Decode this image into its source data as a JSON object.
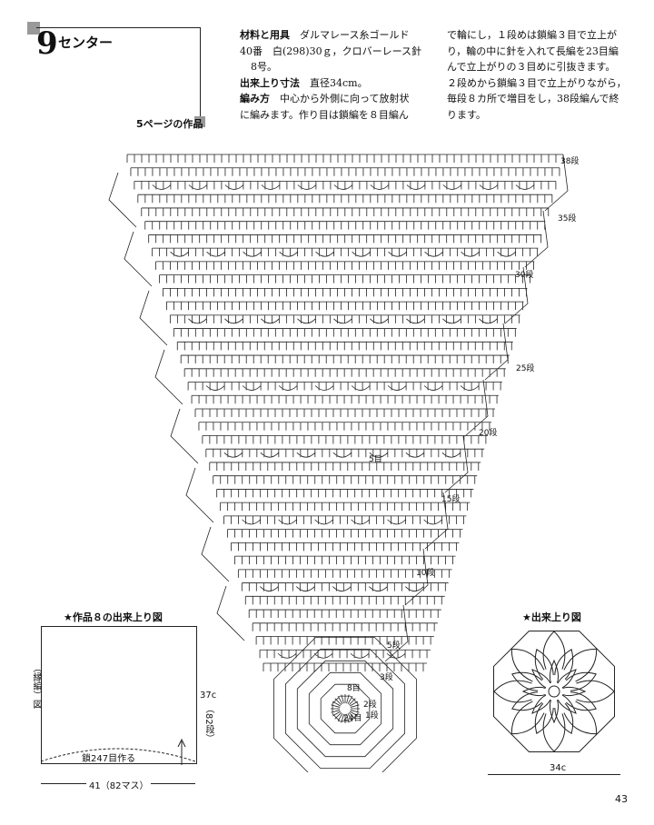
{
  "header": {
    "pattern_number": "9",
    "pattern_name": "センター",
    "page_ref": "5ページの作品"
  },
  "instructions": {
    "materials_label": "材料と用具",
    "materials_text_1": "ダルマレース糸ゴールド",
    "materials_text_2": "40番　白(298)30ｇ，クロバーレース針",
    "materials_text_3": "8号。",
    "size_label": "出来上り寸法",
    "size_text": "直径34cm。",
    "method_label": "編み方",
    "method_text_1": "中心から外側に向って放射状",
    "method_text_2": "に編みます。作り目は鎖編を８目編ん",
    "right_1": "で輪にし，１段めは鎖編３目で立上が",
    "right_2": "り，輪の中に針を入れて長編を23目編",
    "right_3": "んで立上がりの３目めに引抜きます。",
    "right_4": "２段めから鎖編３目で立上がりながら，",
    "right_5": "毎段８カ所で増目をし，38段編んで終",
    "right_6": "ります。"
  },
  "row_labels": {
    "r38": "38段",
    "r35": "35段",
    "r30": "30段",
    "r25": "25段",
    "r20": "20段",
    "r15": "15段",
    "r10": "10段",
    "r5": "5段",
    "r3": "3段",
    "r2": "2段",
    "r1": "1段",
    "center": "8目",
    "center2": "24目",
    "five_stitch": "5目"
  },
  "work8": {
    "title": "★作品８の出来上り図",
    "vertical_label": "（縁編）図",
    "bottom_label": "鎖247目作る",
    "width": "41（82マス）",
    "height": "37c",
    "height_stitches": "（82段）"
  },
  "finished": {
    "title": "★出来上り図",
    "width": "34c"
  },
  "page_number": "43"
}
